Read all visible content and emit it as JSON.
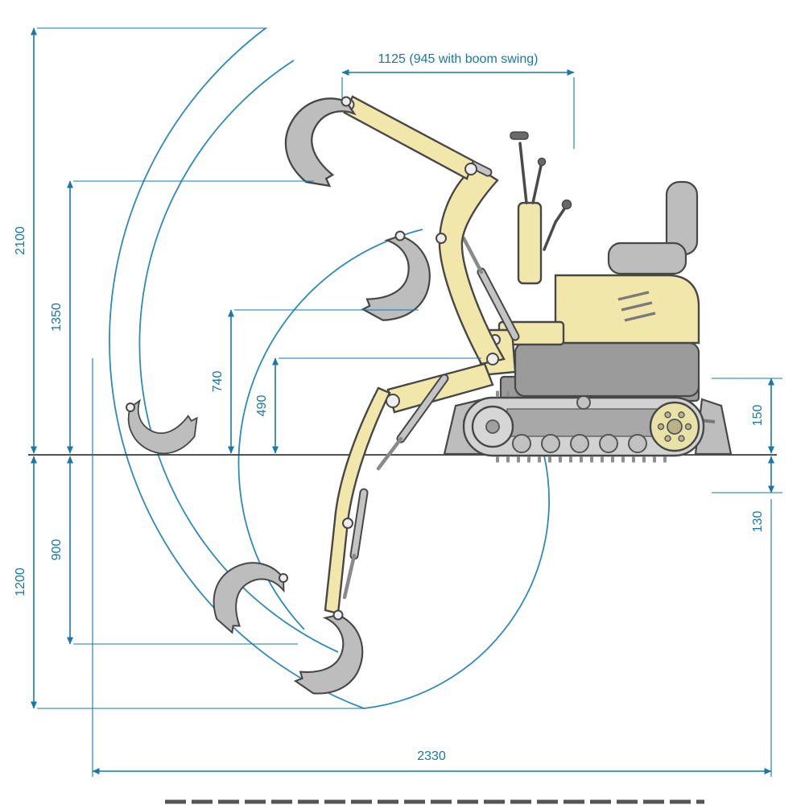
{
  "page": {
    "background": "#ffffff",
    "description": "Mini excavator working range dimension diagram, side view"
  },
  "dimensions": {
    "top_reach": "1125 (945 with boom swing)",
    "max_cutting_height": "2100",
    "max_dumping_height": "1350",
    "height_740": "740",
    "height_490": "490",
    "ground_clearance_150": "150",
    "blade_cut_depth_130": "130",
    "dig_depth_900": "900",
    "max_dig_depth_1200": "1200",
    "max_reach_ground": "2330"
  },
  "colors": {
    "dimension_blue": "#1878a8",
    "envelope_blue": "#2e8ab8",
    "body_yellow": "#f2e7ab",
    "machine_gray": "#bdbdbd",
    "outline_dark": "#474747",
    "ground_line": "#3a3a3a"
  }
}
